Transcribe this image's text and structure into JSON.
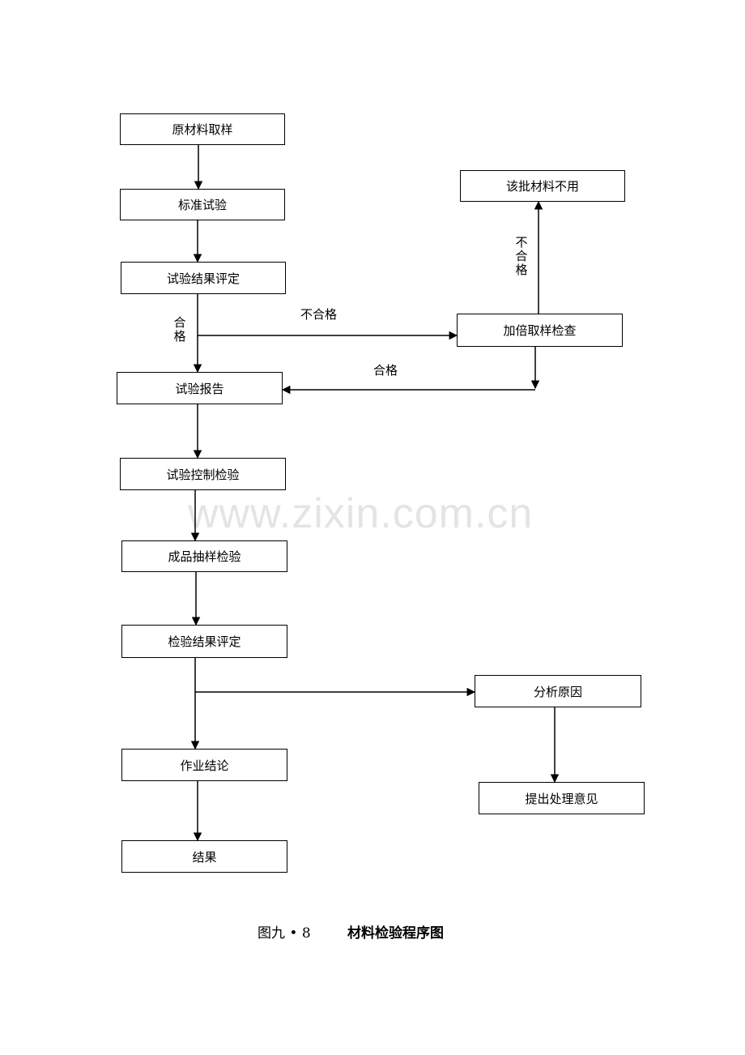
{
  "nodes": {
    "raw_sampling": "原材料取样",
    "standard_test": "标准试验",
    "result_eval_1": "试验结果评定",
    "batch_rejected": "该批材料不用",
    "double_sampling": "加倍取样检查",
    "test_report": "试验报告",
    "control_test": "试验控制检验",
    "product_sampling": "成品抽样检验",
    "result_eval_2": "检验结果评定",
    "analyze_cause": "分析原因",
    "propose_handling": "提出处理意见",
    "work_conclusion": "作业结论",
    "result": "结果"
  },
  "edge_labels": {
    "pass_vertical": "合格",
    "fail_to_double": "不合格",
    "fail_vertical": "不合格",
    "pass_return": "合格"
  },
  "watermark": "www.zixin.com.cn",
  "caption": {
    "number": "图九 • 8",
    "title": "材料检验程序图"
  }
}
